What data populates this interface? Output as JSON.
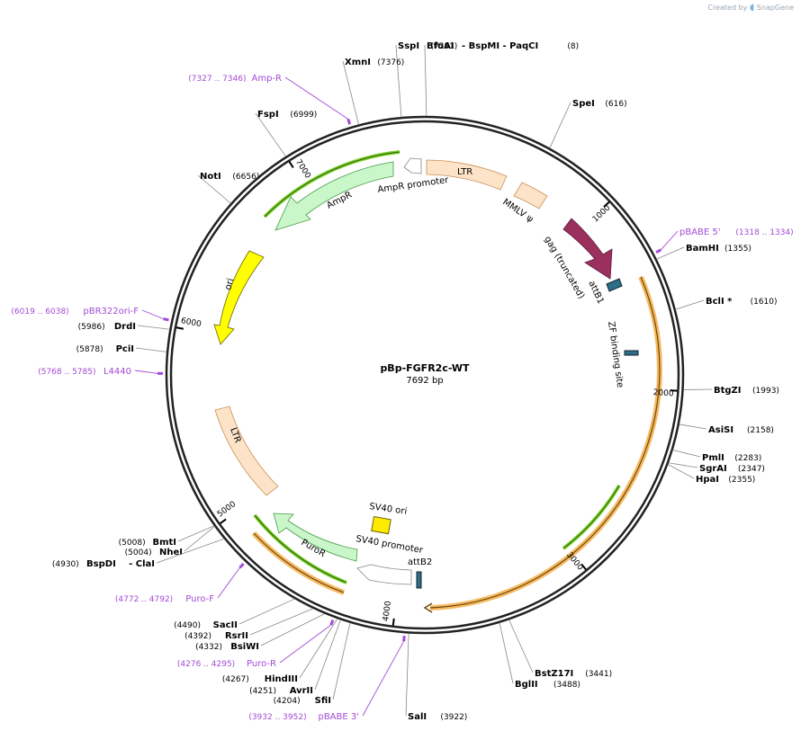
{
  "watermark": {
    "created_by": "Created by",
    "brand": "SnapGene"
  },
  "plasmid": {
    "name": "pBp-FGFR2c-WT",
    "length_label": "7692 bp",
    "length": 7692
  },
  "ticks": [
    {
      "pos": 1000,
      "label": "1000"
    },
    {
      "pos": 2000,
      "label": "2000"
    },
    {
      "pos": 3000,
      "label": "3000"
    },
    {
      "pos": 4000,
      "label": "4000"
    },
    {
      "pos": 5000,
      "label": "5000"
    },
    {
      "pos": 6000,
      "label": "6000"
    },
    {
      "pos": 7000,
      "label": "7000"
    }
  ],
  "sites": [
    {
      "name": "SspI",
      "pos_label": "(7581)",
      "pos": 7581
    },
    {
      "name": "BfuAI",
      "extra": "- BspMI   - PaqCI",
      "pos_label": "(8)",
      "pos": 8
    },
    {
      "name": "XmnI",
      "pos_label": "(7376)",
      "pos": 7376
    },
    {
      "name": "FspI",
      "pos_label": "(6999)",
      "pos": 6999
    },
    {
      "name": "NotI",
      "pos_label": "(6656)",
      "pos": 6656
    },
    {
      "name": "SpeI",
      "pos_label": "(616)",
      "pos": 616
    },
    {
      "name": "BamHI",
      "pos_label": "(1355)",
      "pos": 1355
    },
    {
      "name": "BclI *",
      "pos_label": "(1610)",
      "pos": 1610
    },
    {
      "name": "BtgZI",
      "pos_label": "(1993)",
      "pos": 1993
    },
    {
      "name": "AsiSI",
      "pos_label": "(2158)",
      "pos": 2158
    },
    {
      "name": "PmlI",
      "pos_label": "(2283)",
      "pos": 2283
    },
    {
      "name": "SgrAI",
      "pos_label": "(2347)",
      "pos": 2347
    },
    {
      "name": "HpaI",
      "pos_label": "(2355)",
      "pos": 2355
    },
    {
      "name": "DrdI",
      "pos_label": "(5986)",
      "pos": 5986
    },
    {
      "name": "PciI",
      "pos_label": "(5878)",
      "pos": 5878
    },
    {
      "name": "BmtI",
      "pos_label": "(5008)",
      "pos": 5008
    },
    {
      "name": "NheI",
      "pos_label": "(5004)",
      "pos": 5004
    },
    {
      "name": "BspDI",
      "extra": "- ClaI",
      "pos_label": "(4930)",
      "pos": 4930
    },
    {
      "name": "SacII",
      "pos_label": "(4490)",
      "pos": 4490
    },
    {
      "name": "RsrII",
      "pos_label": "(4392)",
      "pos": 4392
    },
    {
      "name": "BsiWI",
      "pos_label": "(4332)",
      "pos": 4332
    },
    {
      "name": "HindIII",
      "pos_label": "(4267)",
      "pos": 4267
    },
    {
      "name": "AvrII",
      "pos_label": "(4251)",
      "pos": 4251
    },
    {
      "name": "SfiI",
      "pos_label": "(4204)",
      "pos": 4204
    },
    {
      "name": "SalI",
      "pos_label": "(3922)",
      "pos": 3922
    },
    {
      "name": "BstZ17I",
      "pos_label": "(3441)",
      "pos": 3441
    },
    {
      "name": "BglII",
      "pos_label": "(3488)",
      "pos": 3488
    }
  ],
  "primers": [
    {
      "name": "Amp-R",
      "range": "(7327 .. 7346)",
      "pos": 7336
    },
    {
      "name": "pBABE 5'",
      "range": "(1318 .. 1334)",
      "pos": 1326
    },
    {
      "name": "pBR322ori-F",
      "range": "(6019 .. 6038)",
      "pos": 6028
    },
    {
      "name": "L4440",
      "range": "(5768 .. 5785)",
      "pos": 5776
    },
    {
      "name": "Puro-F",
      "range": "(4772 .. 4792)",
      "pos": 4782
    },
    {
      "name": "Puro-R",
      "range": "(4276 .. 4295)",
      "pos": 4285
    },
    {
      "name": "pBABE 3'",
      "range": "(3932 .. 3952)",
      "pos": 3942
    }
  ],
  "features": [
    {
      "name": "LTR",
      "start": 120,
      "end": 700
    },
    {
      "name": "MMLV ψ",
      "start": 760,
      "end": 1020
    },
    {
      "name": "gag (truncated)",
      "start": 1060,
      "end": 1420
    },
    {
      "name": "attB1",
      "start": 1470,
      "end": 1530
    },
    {
      "name": "ZF binding site",
      "start": 2040,
      "end": 2080
    },
    {
      "name": "attB2",
      "start": 3830,
      "end": 3880
    },
    {
      "name": "SV40 promoter",
      "start": 3880,
      "end": 4220
    },
    {
      "name": "PuroR",
      "start": 4260,
      "end": 4860
    },
    {
      "name": "SV40 ori",
      "start": 4340,
      "end": 4440
    },
    {
      "name": "LTR",
      "start": 5000,
      "end": 5590
    },
    {
      "name": "ori",
      "start": 6080,
      "end": 6680
    },
    {
      "name": "AmpR",
      "start": 6700,
      "end": 7560
    },
    {
      "name": "AmpR promoter",
      "start": 7560,
      "end": 7660
    }
  ],
  "colors": {
    "ltr": "#fde3c8",
    "gag": "#9b2f5e",
    "att": "#2b6f86",
    "ori": "#ffff00",
    "ampr": "#c9f7c9",
    "promoter": "#ffffff",
    "orf_orange": "#f7b960",
    "orf_green": "#7bd22b",
    "primer": "#a34ad6"
  }
}
